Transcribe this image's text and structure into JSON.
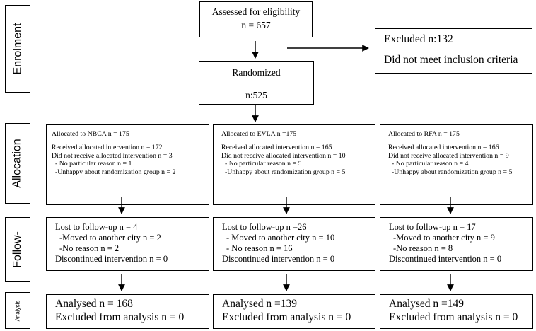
{
  "sections": {
    "enrolment": "Enrolment",
    "allocation": "Allocation",
    "follow": "Follow-",
    "analysis": "Analysis"
  },
  "assessed": {
    "line1": "Assessed for eligibility",
    "line2": "n = 657"
  },
  "excluded": {
    "line1": "Excluded n:132",
    "line2": "Did not meet inclusion criteria"
  },
  "randomized": {
    "line1": "Randomized",
    "line2": "n:525"
  },
  "allocation": [
    {
      "title": "Allocated to NBCA n = 175",
      "received": "Received allocated intervention n = 172",
      "not_received": "Did not receive allocated intervention n = 3",
      "reason1": "- No particular reason n = 1",
      "reason2": "-Unhappy about randomization group n = 2"
    },
    {
      "title": "Allocated to EVLA n =175",
      "received": "Received allocated intervention n = 165",
      "not_received": "Did not receive allocated intervention n = 10",
      "reason1": "- No particular reason n = 5",
      "reason2": "-Unhappy about randomization group n = 5"
    },
    {
      "title": "Allocated to RFA n = 175",
      "received": "Received allocated intervention n = 166",
      "not_received": "Did not receive allocated intervention n = 9",
      "reason1": "- No particular reason n = 4",
      "reason2": "-Unhappy about randomization group n = 5"
    }
  ],
  "followup": [
    {
      "lost": "Lost to follow-up n = 4",
      "moved": "-Moved to another city n = 2",
      "noreason": "-No reason n = 2",
      "discontinued": "Discontinued intervention n = 0"
    },
    {
      "lost": "Lost to follow-up n =26",
      "moved": "- Moved to another city n = 10",
      "noreason": "- No reason n = 16",
      "discontinued": "Discontinued intervention n = 0"
    },
    {
      "lost": "Lost to follow-up n = 17",
      "moved": "-Moved to another city n = 9",
      "noreason": "-No reason n = 8",
      "discontinued": "Discontinued intervention n = 0"
    }
  ],
  "analysis": [
    {
      "analysed": "Analysed n = 168",
      "excluded": "Excluded from analysis n = 0"
    },
    {
      "analysed": "Analysed n =139",
      "excluded": "Excluded from analysis n = 0"
    },
    {
      "analysed": "Analysed n =149",
      "excluded": "Excluded from analysis n = 0"
    }
  ]
}
